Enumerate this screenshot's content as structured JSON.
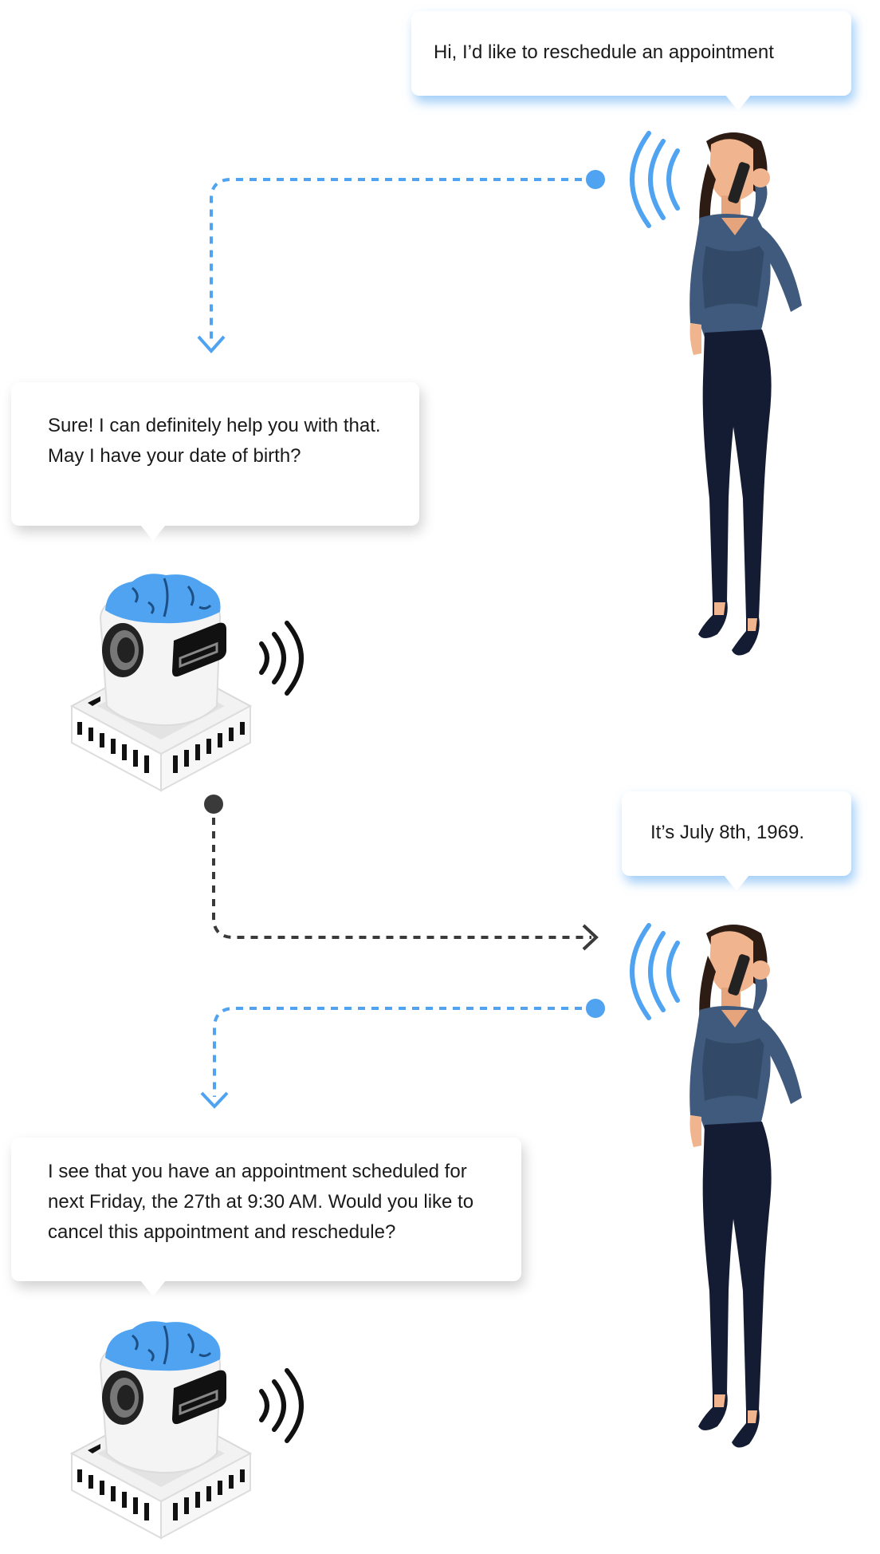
{
  "colors": {
    "accent_blue": "#4fa3f0",
    "connector_dark": "#3a3a3a",
    "shirt": "#3f5a7c",
    "pants": "#141c33",
    "skin": "#f0b48e",
    "hair": "#2d1c14",
    "brain": "#4fa3f0"
  },
  "messages": [
    {
      "speaker": "user",
      "text": "Hi, I’d like to reschedule an appointment"
    },
    {
      "speaker": "bot",
      "text": "Sure! I can definitely help you with that.\nMay I have your date of birth?"
    },
    {
      "speaker": "user",
      "text": "It’s July 8th, 1969."
    },
    {
      "speaker": "bot",
      "text": "I see that you have an appointment scheduled for\nnext Friday, the 27th at 9:30 AM. Would you like to\ncancel this appointment and reschedule?"
    }
  ],
  "icons": {
    "user": "woman-on-phone-icon",
    "bot": "ai-robot-icon",
    "signal": "sound-waves-icon"
  }
}
